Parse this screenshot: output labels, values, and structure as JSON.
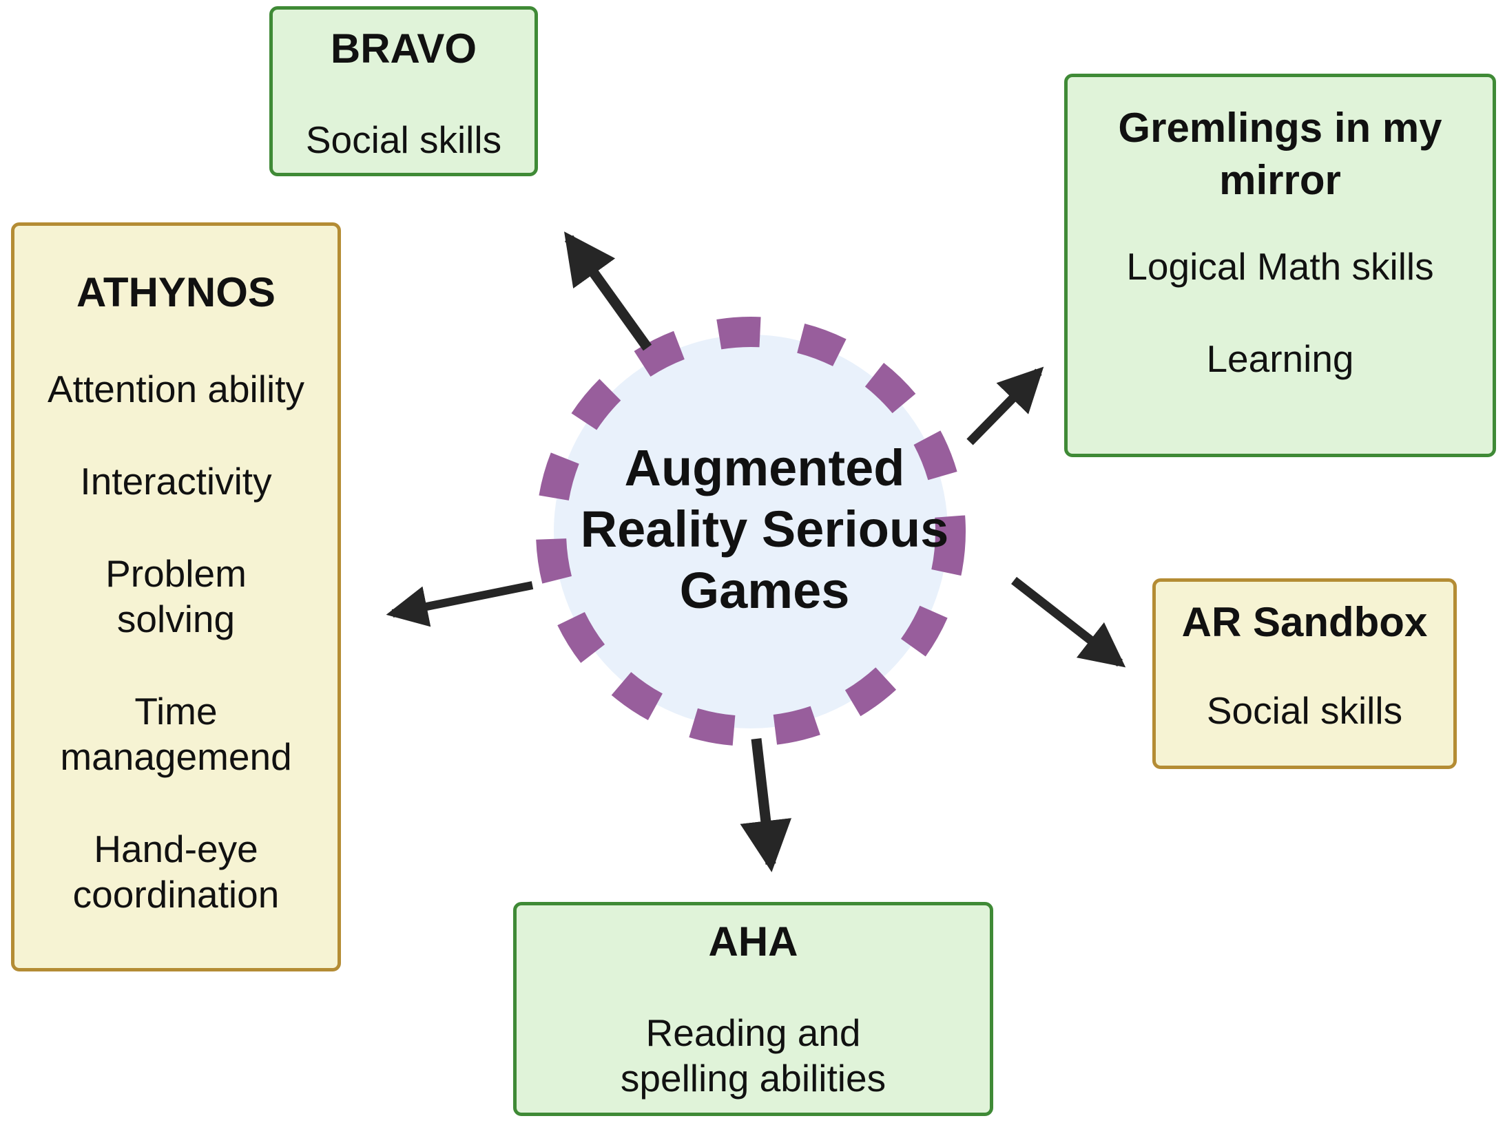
{
  "hub": {
    "label": "Augmented Reality Serious Games",
    "fill_color": "#e9f1fb",
    "dash_color": "#985e9c"
  },
  "arrow_color": "#262626",
  "nodes": {
    "bravo": {
      "title": "BRAVO",
      "items": [
        "Social skills"
      ],
      "color": "green"
    },
    "gremlins": {
      "title": "Gremlings in my mirror",
      "items": [
        "Logical Math skills",
        "Learning"
      ],
      "color": "green"
    },
    "athynos": {
      "title": "ATHYNOS",
      "items": [
        "Attention ability",
        "Interactivity",
        "Problem solving",
        "Time managemend",
        "Hand-eye coordination"
      ],
      "color": "yellow"
    },
    "arsandbox": {
      "title": "AR Sandbox",
      "items": [
        "Social skills"
      ],
      "color": "yellow"
    },
    "aha": {
      "title": "AHA",
      "items": [
        "Reading and spelling abilities"
      ],
      "color": "green"
    }
  },
  "edges": [
    {
      "from": "hub",
      "to": "bravo"
    },
    {
      "from": "hub",
      "to": "gremlins"
    },
    {
      "from": "hub",
      "to": "athynos"
    },
    {
      "from": "hub",
      "to": "arsandbox"
    },
    {
      "from": "hub",
      "to": "aha"
    }
  ]
}
